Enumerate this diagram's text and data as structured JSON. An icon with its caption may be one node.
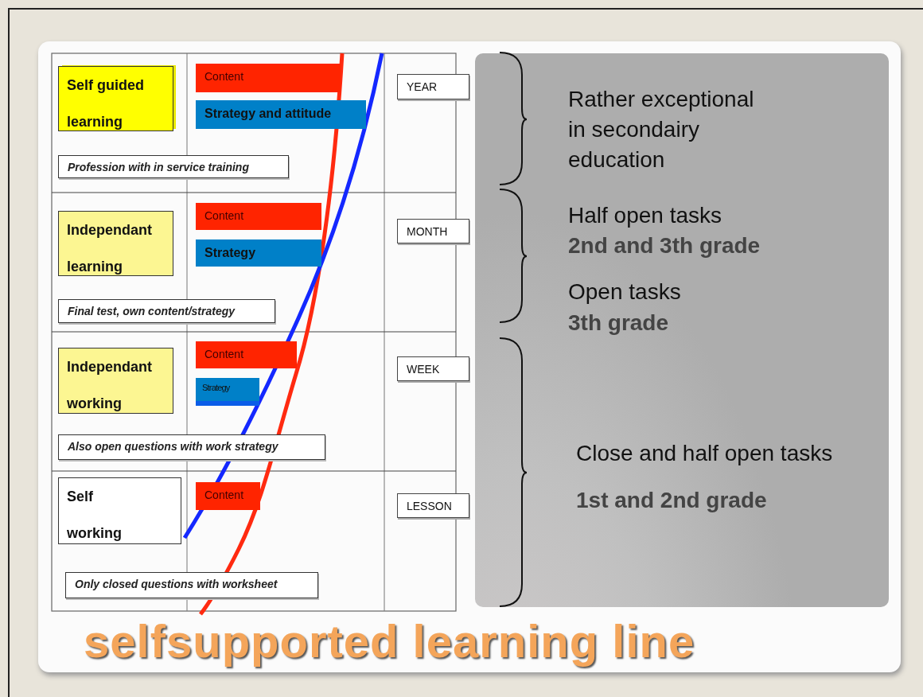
{
  "diagram": {
    "title": "selfsupported learning line",
    "nodes": [
      {
        "text": [
          "Self guided learning"
        ]
      },
      {
        "text": [
          "Content"
        ]
      },
      {
        "text": [
          "Strategy and attitude"
        ]
      },
      {
        "text": [
          "YEAR"
        ]
      },
      {
        "text": [
          "Profession with in service training"
        ]
      },
      {
        "text": [
          "Independant learning"
        ]
      },
      {
        "text": [
          "Content"
        ]
      },
      {
        "text": [
          "Strategy"
        ]
      },
      {
        "text": [
          "MONTH"
        ]
      },
      {
        "text": [
          "Final test, own content/strategy"
        ]
      },
      {
        "text": [
          "Independant working"
        ]
      },
      {
        "text": [
          "Content"
        ]
      },
      {
        "text": [
          "Strategy"
        ]
      },
      {
        "text": [
          "WEEK"
        ]
      },
      {
        "text": [
          "Also open questions with work strategy"
        ]
      },
      {
        "text": [
          "Self working"
        ]
      },
      {
        "text": [
          "Content"
        ]
      },
      {
        "text": [
          "LESSON"
        ]
      },
      {
        "text": [
          "Only closed questions with worksheet"
        ]
      }
    ],
    "labels": [
      "Rather exceptional in secondairy education",
      "Half open tasks",
      "2nd and 3th grade",
      "Open tasks",
      "3th grade",
      "Close and half open tasks",
      "1st and 2nd grade"
    ]
  }
}
